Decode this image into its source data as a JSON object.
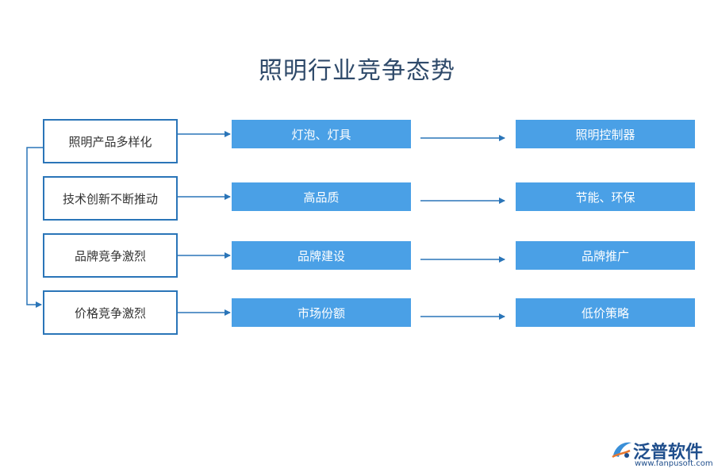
{
  "title": "照明行业竞争态势",
  "rows": [
    {
      "factor": "照明产品多样化",
      "aspect": "灯泡、灯具",
      "result": "照明控制器"
    },
    {
      "factor": "技术创新不断推动",
      "aspect": "高品质",
      "result": "节能、环保"
    },
    {
      "factor": "品牌竞争激烈",
      "aspect": "品牌建设",
      "result": "品牌推广"
    },
    {
      "factor": "价格竞争激烈",
      "aspect": "市场份额",
      "result": "低价策略"
    }
  ],
  "logo": {
    "name": "泛普软件",
    "url": "www.fanpusoft.com",
    "icon": "fanpu-logo-icon"
  },
  "colors": {
    "title": "#2f4a6a",
    "border": "#2a75b8",
    "box_fill": "#4aa0e6",
    "arrow": "#2a75b8"
  }
}
